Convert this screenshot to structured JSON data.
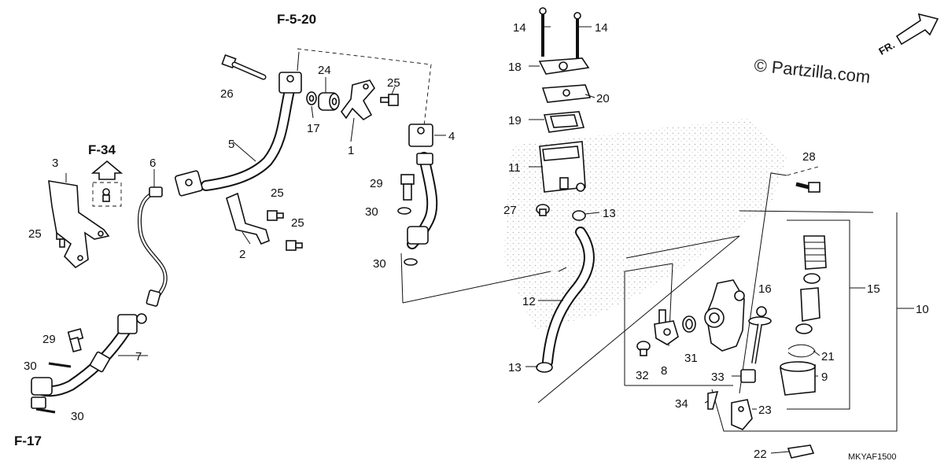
{
  "watermark": "© Partzilla.com",
  "diagram_code": "MKYAF1500",
  "direction_label": "FR.",
  "references": {
    "f5_20": "F-5-20",
    "f34": "F-34",
    "f17": "F-17"
  },
  "callouts": {
    "c1": "1",
    "c2": "2",
    "c3": "3",
    "c4": "4",
    "c5": "5",
    "c6": "6",
    "c7": "7",
    "c8": "8",
    "c9": "9",
    "c10": "10",
    "c11": "11",
    "c12": "12",
    "c13a": "13",
    "c13b": "13",
    "c14a": "14",
    "c14b": "14",
    "c15": "15",
    "c16": "16",
    "c17": "17",
    "c18": "18",
    "c19": "19",
    "c20": "20",
    "c21": "21",
    "c22": "22",
    "c23": "23",
    "c24": "24",
    "c25a": "25",
    "c25b": "25",
    "c25c": "25",
    "c25d": "25",
    "c26": "26",
    "c27": "27",
    "c28": "28",
    "c29a": "29",
    "c29b": "29",
    "c30a": "30",
    "c30b": "30",
    "c30c": "30",
    "c30d": "30",
    "c31": "31",
    "c32": "32",
    "c33": "33",
    "c34": "34"
  }
}
